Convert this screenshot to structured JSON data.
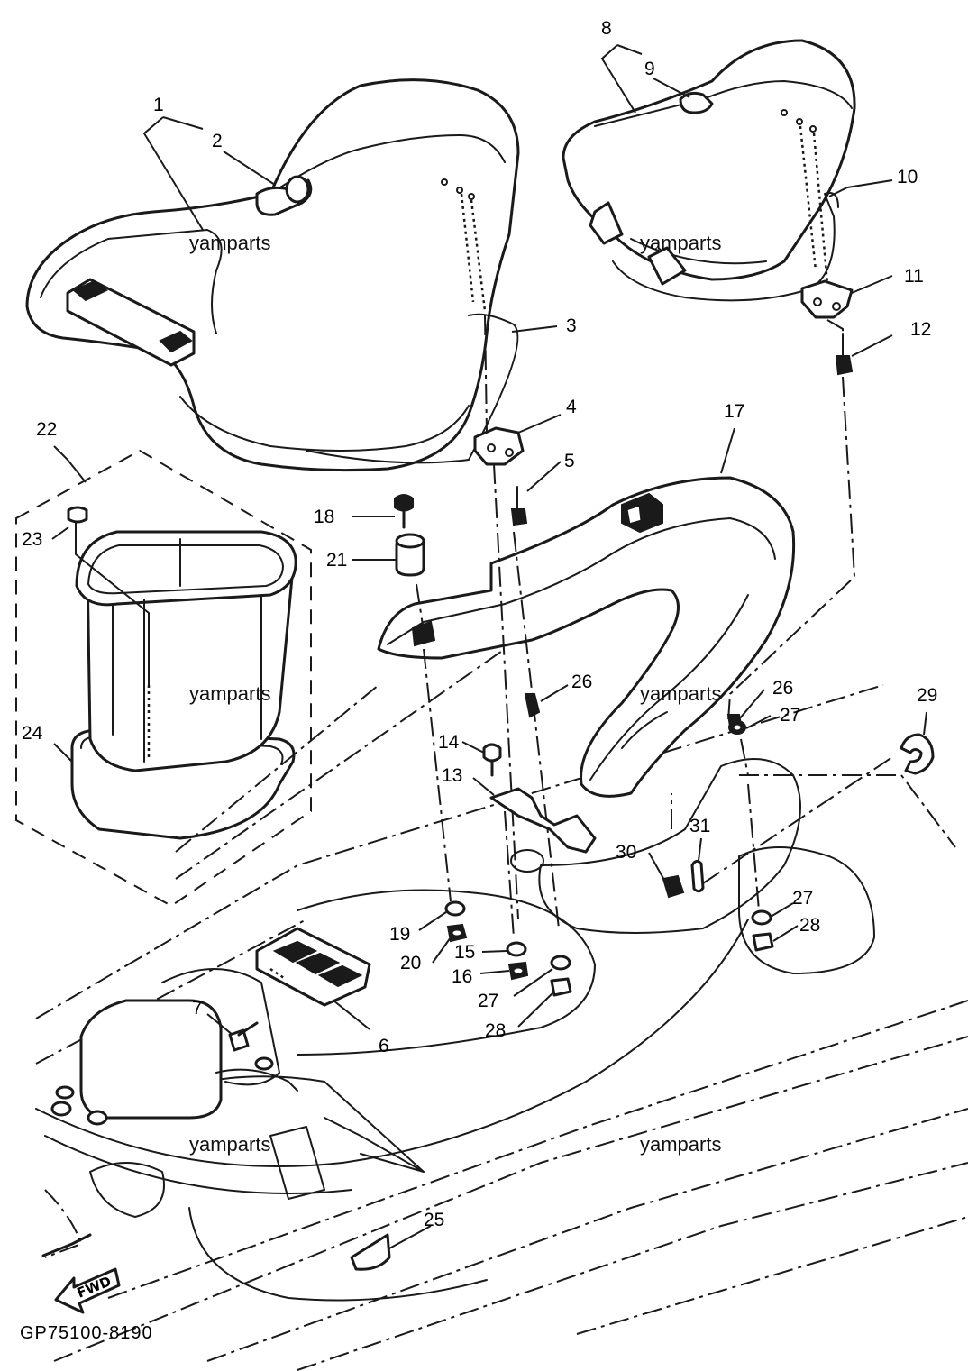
{
  "diagram": {
    "part_code": "GP75100-8190",
    "direction_label": "FWD",
    "watermark": "yamparts",
    "callouts": [
      "1",
      "2",
      "3",
      "4",
      "5",
      "6",
      "7",
      "8",
      "9",
      "10",
      "11",
      "12",
      "13",
      "14",
      "15",
      "16",
      "17",
      "18",
      "19",
      "20",
      "21",
      "22",
      "23",
      "24",
      "25",
      "26",
      "26",
      "27",
      "27",
      "27",
      "28",
      "28",
      "29",
      "30",
      "31"
    ]
  }
}
